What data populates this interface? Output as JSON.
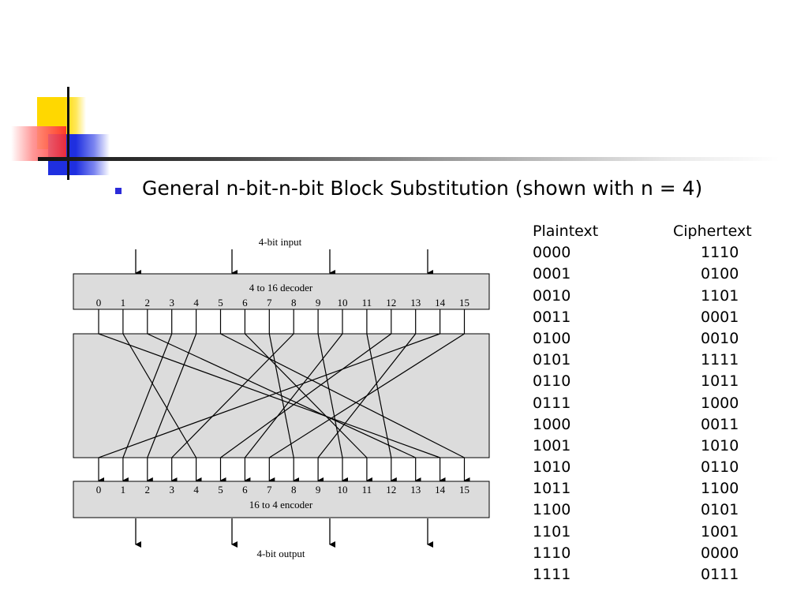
{
  "slide": {
    "bullet_text": "General n-bit-n-bit Block Substitution (shown with n = 4)"
  },
  "diagram": {
    "input_label": "4-bit input",
    "decoder_label": "4 to 16 decoder",
    "encoder_label": "16 to 4 encoder",
    "output_label": "4-bit output",
    "port_numbers": [
      "0",
      "1",
      "2",
      "3",
      "4",
      "5",
      "6",
      "7",
      "8",
      "9",
      "10",
      "11",
      "12",
      "13",
      "14",
      "15"
    ],
    "mapping": [
      14,
      4,
      13,
      1,
      2,
      15,
      11,
      8,
      3,
      10,
      6,
      12,
      5,
      9,
      0,
      7
    ]
  },
  "table": {
    "headers": {
      "plaintext": "Plaintext",
      "ciphertext": "Ciphertext"
    },
    "plaintext": [
      "0000",
      "0001",
      "0010",
      "0011",
      "0100",
      "0101",
      "0110",
      "0111",
      "1000",
      "1001",
      "1010",
      "1011",
      "1100",
      "1101",
      "1110",
      "1111"
    ],
    "ciphertext": [
      "1110",
      "0100",
      "1101",
      "0001",
      "0010",
      "1111",
      "1011",
      "1000",
      "0011",
      "1010",
      "0110",
      "1100",
      "0101",
      "1001",
      "0000",
      "0111"
    ]
  },
  "colors": {
    "bullet": "#2b2bd9",
    "box_fill": "#dcdcdc",
    "yellow": "#ffd800",
    "blue": "#1f2fe0",
    "red": "#ff2a2a"
  }
}
